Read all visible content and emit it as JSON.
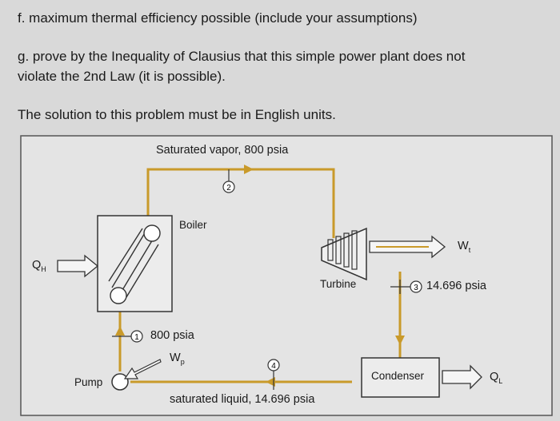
{
  "problem": {
    "part_f": "f. maximum thermal efficiency possible (include your assumptions)",
    "part_g_line1": "g. prove by the Inequality of Clausius that this simple power plant does not",
    "part_g_line2": "violate the 2nd Law (it is possible).",
    "instruction": "The solution to this problem must be in English units."
  },
  "diagram": {
    "state2_label": "Saturated vapor,  800 psia",
    "state2_num": "2",
    "boiler_label": "Boiler",
    "qh_label": "Q",
    "qh_sub": "H",
    "turbine_label": "Turbine",
    "wt_label": "W",
    "wt_sub": "t",
    "state3_num": "3",
    "state3_pressure": "14.696 psia",
    "state1_num": "1",
    "state1_pressure": "800 psia",
    "wp_label": "W",
    "wp_sub": "p",
    "state4_num": "4",
    "pump_label": "Pump",
    "condenser_label": "Condenser",
    "ql_label": "Q",
    "ql_sub": "L",
    "state4_label": "saturated liquid, 14.696 psia"
  },
  "colors": {
    "pipe": "#c99a2a",
    "paper": "#d9d9d9",
    "panel": "#e8e8e8",
    "ink": "#1a1a1a"
  }
}
